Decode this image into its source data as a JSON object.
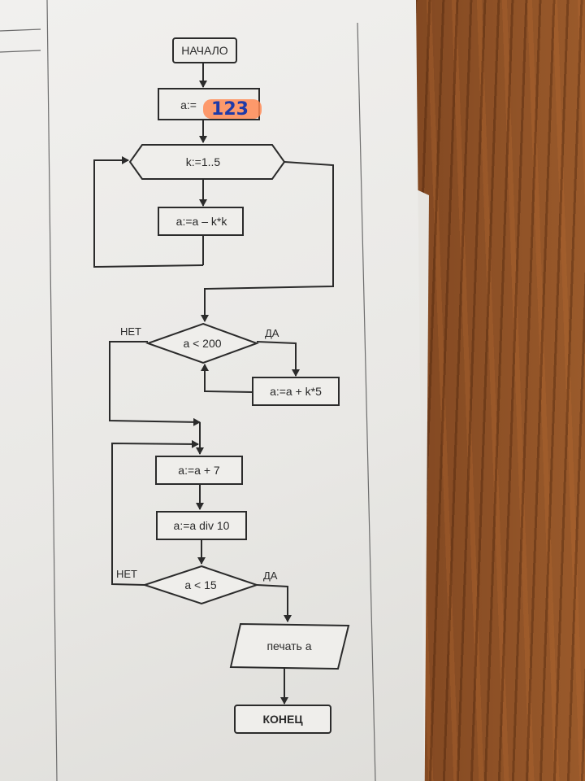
{
  "nodes": {
    "start": "НАЧАЛО",
    "assign_a_prefix": "a:=",
    "assign_a_value": "123",
    "loop_k": "k:=1..5",
    "subtract": "a:=a – k*k",
    "cond1": "a < 200",
    "add_k5": "a:=a + k*5",
    "add7": "a:=a + 7",
    "div10": "a:=a div 10",
    "cond2": "a < 15",
    "print": "печать a",
    "end": "КОНЕЦ"
  },
  "branches": {
    "no1": "НЕТ",
    "yes1": "ДА",
    "no2": "НЕТ",
    "yes2": "ДА"
  },
  "colors": {
    "line": "#2b2b2b",
    "paper": "#ecebe8",
    "highlight": "#ff8a55",
    "handwriting": "#1f3aa8"
  }
}
